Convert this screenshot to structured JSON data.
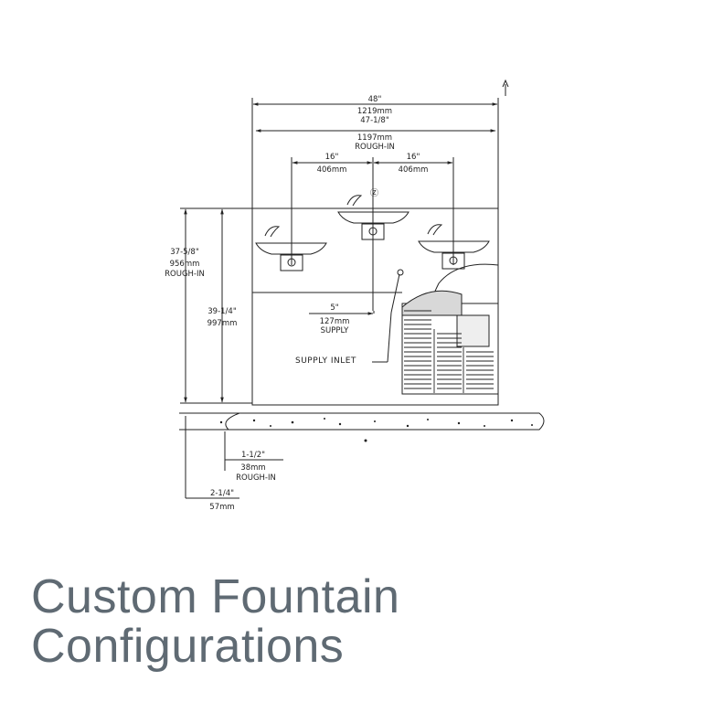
{
  "drawing": {
    "dims": {
      "overall_imperial": "48\"",
      "overall_metric": "1219mm",
      "roughin_width_imperial": "47-1/8\"",
      "roughin_width_metric": "1197mm",
      "roughin_width_note": "ROUGH-IN",
      "left_spacing_imperial": "16\"",
      "left_spacing_metric": "406mm",
      "right_spacing_imperial": "16\"",
      "right_spacing_metric": "406mm",
      "roughin_height_imperial": "37-5/8\"",
      "roughin_height_metric": "956mm",
      "roughin_height_note": "ROUGH-IN",
      "height_imperial": "39-1/4\"",
      "height_metric": "997mm",
      "supply_imperial": "5\"",
      "supply_metric": "127mm",
      "supply_note": "SUPPLY",
      "supply_inlet": "SUPPLY INLET",
      "floor_roughin_imperial": "1-1/2\"",
      "floor_roughin_metric": "38mm",
      "floor_roughin_note": "ROUGH-IN",
      "floor_offset_imperial": "2-1/4\"",
      "floor_offset_metric": "57mm"
    }
  },
  "caption": {
    "line1": "Custom Fountain",
    "line2": "Configurations"
  }
}
